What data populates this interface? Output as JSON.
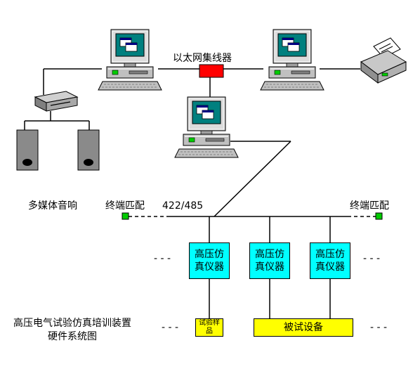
{
  "ethernet_hub_label": "以太网集线器",
  "multimedia_speaker_label": "多媒体音响",
  "terminal_match_left": "终端匹配",
  "terminal_match_right": "终端匹配",
  "bus_label": "422/485",
  "simulators": [
    {
      "label": "高压仿真仪器"
    },
    {
      "label": "高压仿真仪器"
    },
    {
      "label": "高压仿真仪器"
    }
  ],
  "test_sample_label": "试验样品",
  "device_under_test_label": "被试设备",
  "caption": "高压电气试验仿真培训装置硬件系统图",
  "continuation_marks": [
    "- - -",
    "- - -",
    "- - -",
    "- - -"
  ],
  "colors": {
    "simulator_fill": "#00ffff",
    "device_fill": "#ffff00",
    "hub_fill": "#ff0000",
    "terminator_fill": "#00cc00",
    "speaker_fill": "#8a8a8a"
  },
  "icons": [
    "computer-icon",
    "printer-icon",
    "cd-player-icon",
    "speaker-icon",
    "hub-icon",
    "terminator-icon"
  ]
}
